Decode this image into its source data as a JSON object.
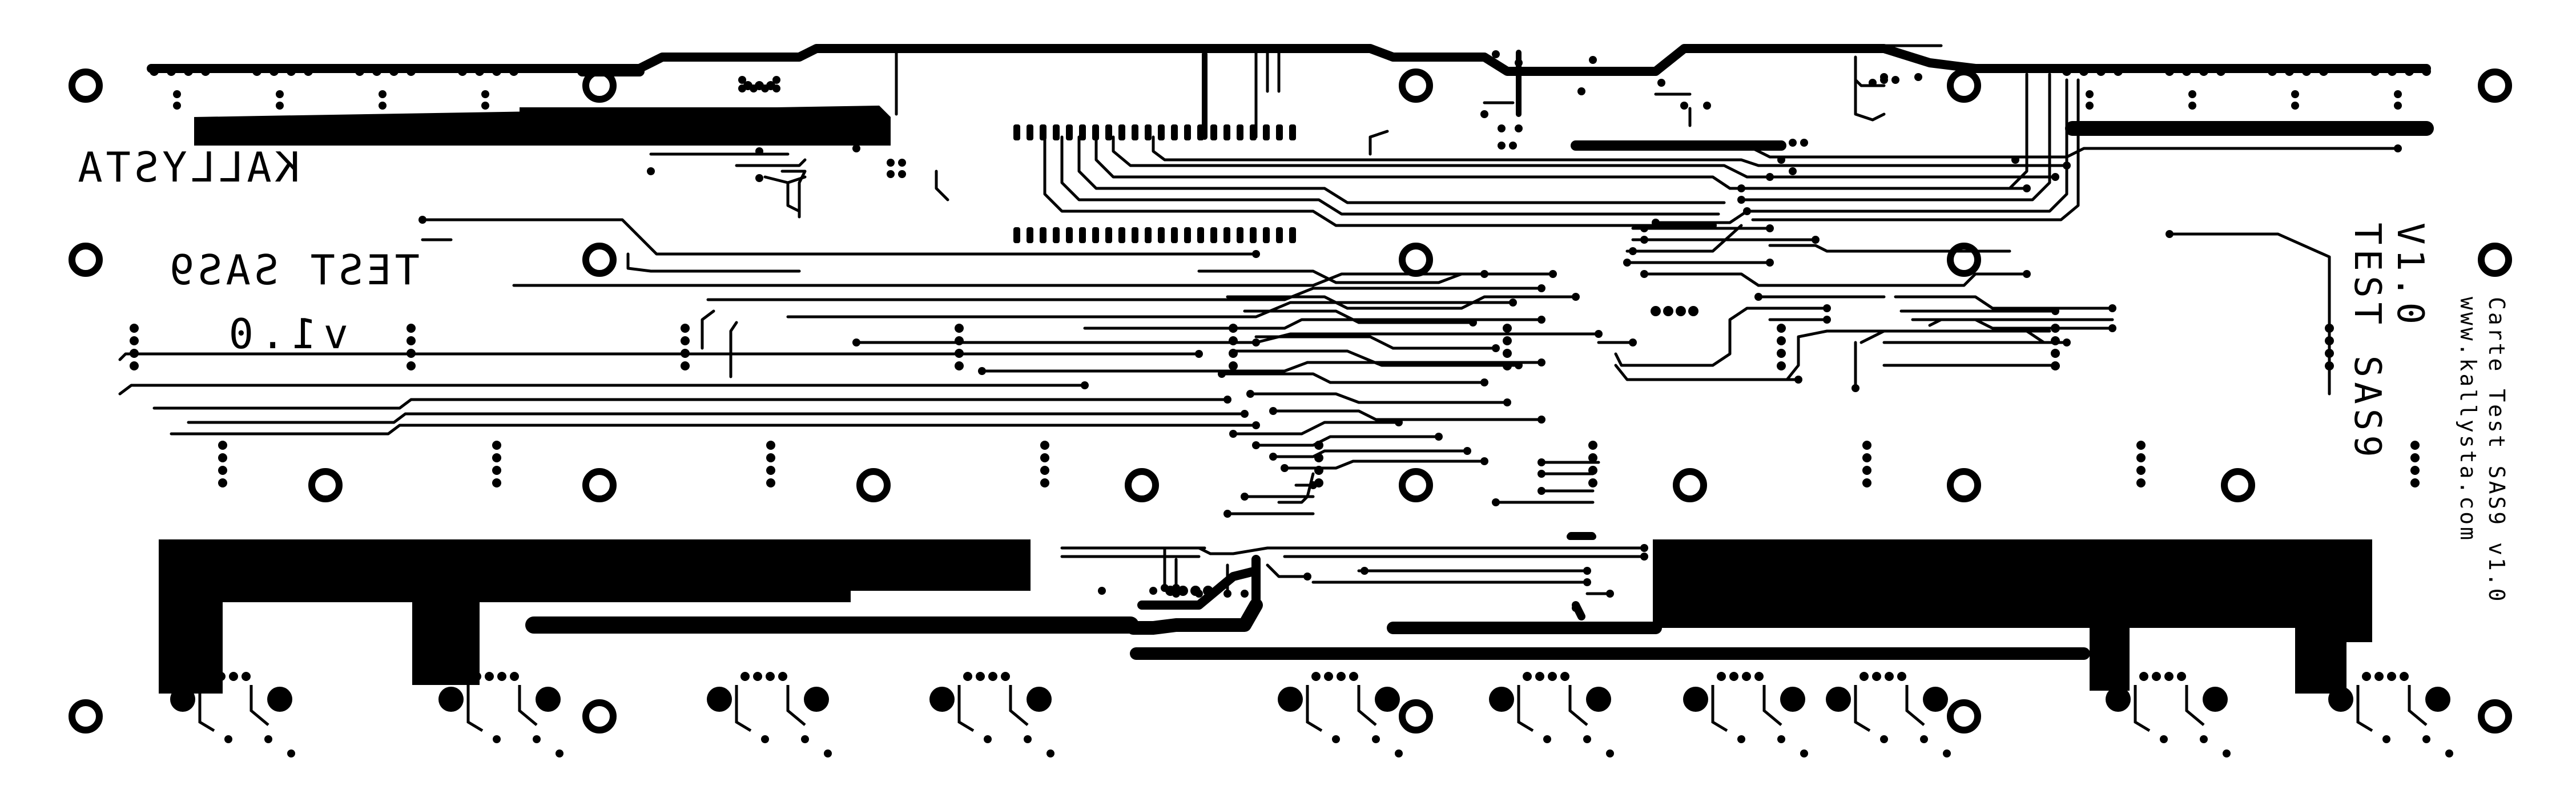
{
  "board": {
    "background": "#ffffff",
    "copper_color": "#000000",
    "texts": {
      "kallysta_mirror": "KALLYSTA",
      "test_sas9_mirror": "TEST SAS9",
      "version_mirror": "v1.0",
      "version_right": "V1.0",
      "test_sas9_right": "TEST SAS9",
      "carte_line": "Carte Test  SAS9  v1.0",
      "url_line": "www.kallysta.com"
    }
  }
}
